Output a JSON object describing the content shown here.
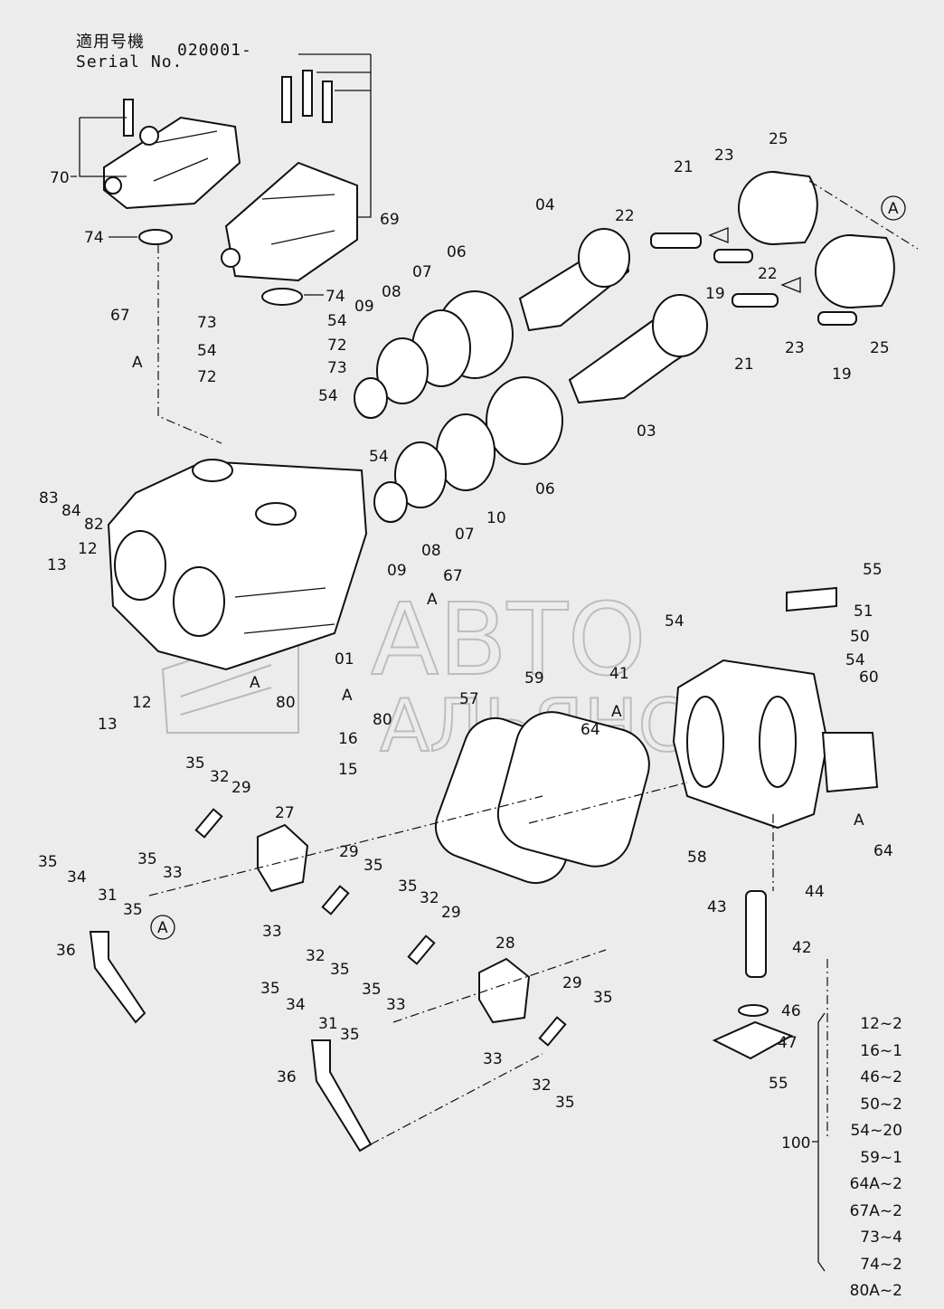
{
  "header": {
    "applicable_jp": "適用号機",
    "serial_label": "Serial No.",
    "serial_value": "020001-"
  },
  "watermark": {
    "line1": "АВТО",
    "line2": "АЛЬЯНС"
  },
  "reference_mark": "A",
  "part_labels": [
    "70",
    "74",
    "69",
    "67",
    "73",
    "54",
    "72",
    "09",
    "08",
    "07",
    "06",
    "04",
    "22",
    "21",
    "23",
    "25",
    "19",
    "03",
    "10",
    "83",
    "84",
    "82",
    "13",
    "12",
    "01",
    "80",
    "16",
    "15",
    "57",
    "59",
    "41",
    "64",
    "60",
    "50",
    "51",
    "55",
    "58",
    "44",
    "43",
    "42",
    "46",
    "47",
    "35",
    "32",
    "29",
    "27",
    "33",
    "34",
    "31",
    "36",
    "28"
  ],
  "group": {
    "number": "100",
    "contents": [
      {
        "part": "12",
        "qty": "2"
      },
      {
        "part": "16",
        "qty": "1"
      },
      {
        "part": "46",
        "qty": "2"
      },
      {
        "part": "50",
        "qty": "2"
      },
      {
        "part": "54",
        "qty": "20"
      },
      {
        "part": "59",
        "qty": "1"
      },
      {
        "part": "64A",
        "qty": "2"
      },
      {
        "part": "67A",
        "qty": "2"
      },
      {
        "part": "73",
        "qty": "4"
      },
      {
        "part": "74",
        "qty": "2"
      },
      {
        "part": "80A",
        "qty": "2"
      }
    ]
  }
}
